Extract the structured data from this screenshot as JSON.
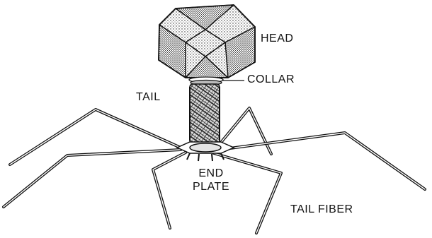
{
  "labels": {
    "head": "HEAD",
    "collar": "COLLAR",
    "tail": "TAIL",
    "end_plate_line1": "END",
    "end_plate_line2": "PLATE",
    "tail_fiber": "TAIL FIBER"
  },
  "colors": {
    "ink": "#111111",
    "background": "#ffffff"
  }
}
